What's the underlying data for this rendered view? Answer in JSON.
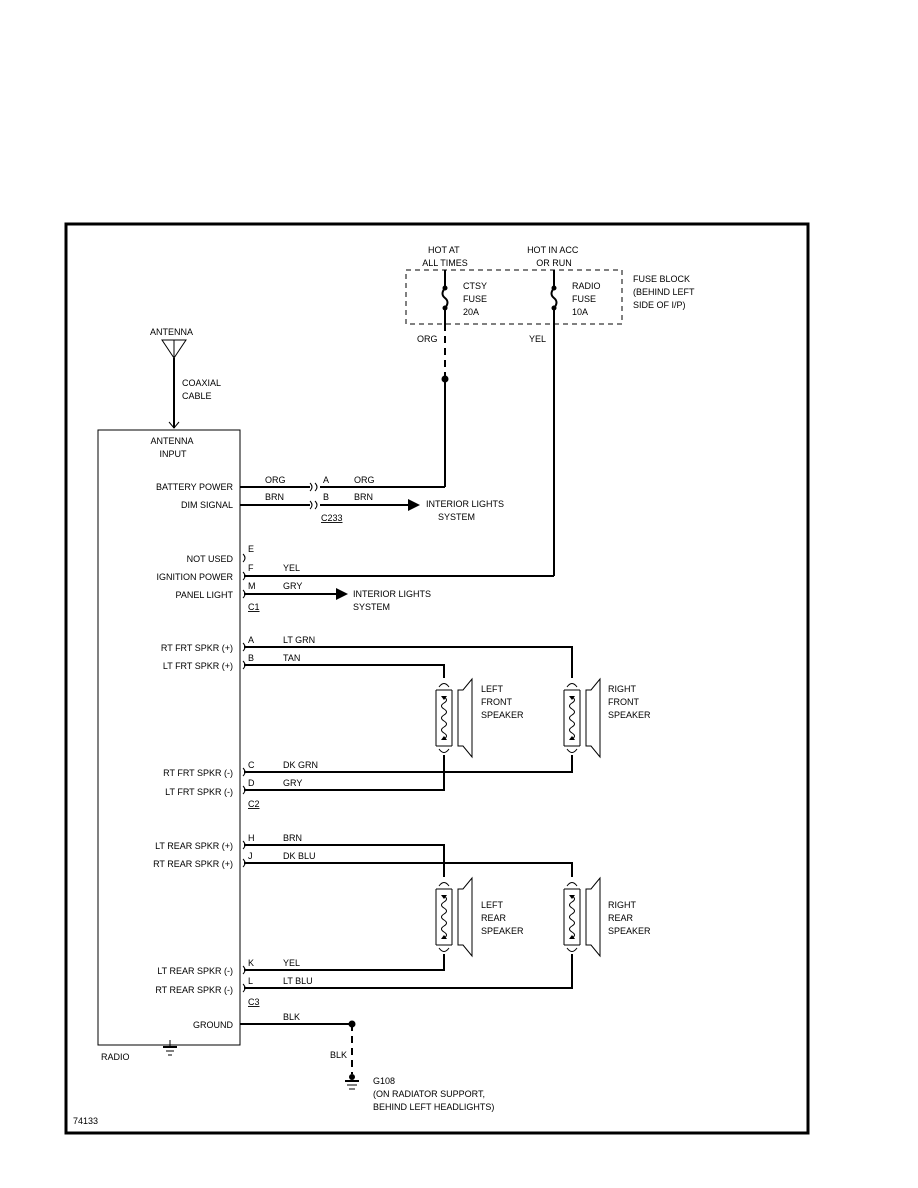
{
  "fuse_block": {
    "hot_at_all_times": [
      "HOT AT",
      "ALL TIMES"
    ],
    "hot_in_acc": [
      "HOT IN ACC",
      "OR RUN"
    ],
    "label": [
      "FUSE BLOCK",
      "(BEHIND LEFT",
      "SIDE OF I/P)"
    ],
    "ctsy_fuse": [
      "CTSY",
      "FUSE",
      "20A"
    ],
    "radio_fuse": [
      "RADIO",
      "FUSE",
      "10A"
    ]
  },
  "antenna": {
    "label": "ANTENNA",
    "cable": [
      "COAXIAL",
      "CABLE"
    ]
  },
  "radio": {
    "label": "RADIO",
    "antenna_input": [
      "ANTENNA",
      "INPUT"
    ],
    "pins": {
      "battery_power": "BATTERY POWER",
      "dim_signal": "DIM SIGNAL",
      "not_used": "NOT USED",
      "ignition_power": "IGNITION POWER",
      "panel_light": "PANEL LIGHT",
      "rt_frt_pos": "RT FRT SPKR (+)",
      "lt_frt_pos": "LT FRT SPKR (+)",
      "rt_frt_neg": "RT FRT SPKR (-)",
      "lt_frt_neg": "LT FRT SPKR (-)",
      "lt_rear_pos": "LT REAR SPKR (+)",
      "rt_rear_pos": "RT REAR SPKR (+)",
      "lt_rear_neg": "LT REAR SPKR (-)",
      "rt_rear_neg": "RT REAR SPKR (-)",
      "ground": "GROUND"
    }
  },
  "letters": {
    "a1": "A",
    "b1": "B",
    "e": "E",
    "f": "F",
    "m": "M",
    "a2": "A",
    "b2": "B",
    "c": "C",
    "d": "D",
    "h": "H",
    "j": "J",
    "k": "K",
    "l": "L"
  },
  "connectors": {
    "c233": "C233",
    "c1": "C1",
    "c2": "C2",
    "c3": "C3"
  },
  "wires": {
    "org_top": "ORG",
    "yel_top": "YEL",
    "org_a_left": "ORG",
    "org_a_right": "ORG",
    "brn_b_left": "BRN",
    "brn_b_right": "BRN",
    "yel_f": "YEL",
    "gry_m": "GRY",
    "lt_grn": "LT GRN",
    "tan": "TAN",
    "dk_grn": "DK GRN",
    "gry_d": "GRY",
    "brn_h": "BRN",
    "dk_blu": "DK BLU",
    "yel_k": "YEL",
    "lt_blu": "LT BLU",
    "blk_top": "BLK",
    "blk_side": "BLK"
  },
  "destinations": {
    "interior_lights_1": [
      "INTERIOR LIGHTS",
      "SYSTEM"
    ],
    "interior_lights_2": [
      "INTERIOR LIGHTS",
      "SYSTEM"
    ]
  },
  "speakers": {
    "left_front": [
      "LEFT",
      "FRONT",
      "SPEAKER"
    ],
    "right_front": [
      "RIGHT",
      "FRONT",
      "SPEAKER"
    ],
    "left_rear": [
      "LEFT",
      "REAR",
      "SPEAKER"
    ],
    "right_rear": [
      "RIGHT",
      "REAR",
      "SPEAKER"
    ]
  },
  "ground": {
    "g108": [
      "G108",
      "(ON RADIATOR SUPPORT,",
      "BEHIND LEFT HEADLIGHTS)"
    ]
  },
  "figure_number": "74133"
}
